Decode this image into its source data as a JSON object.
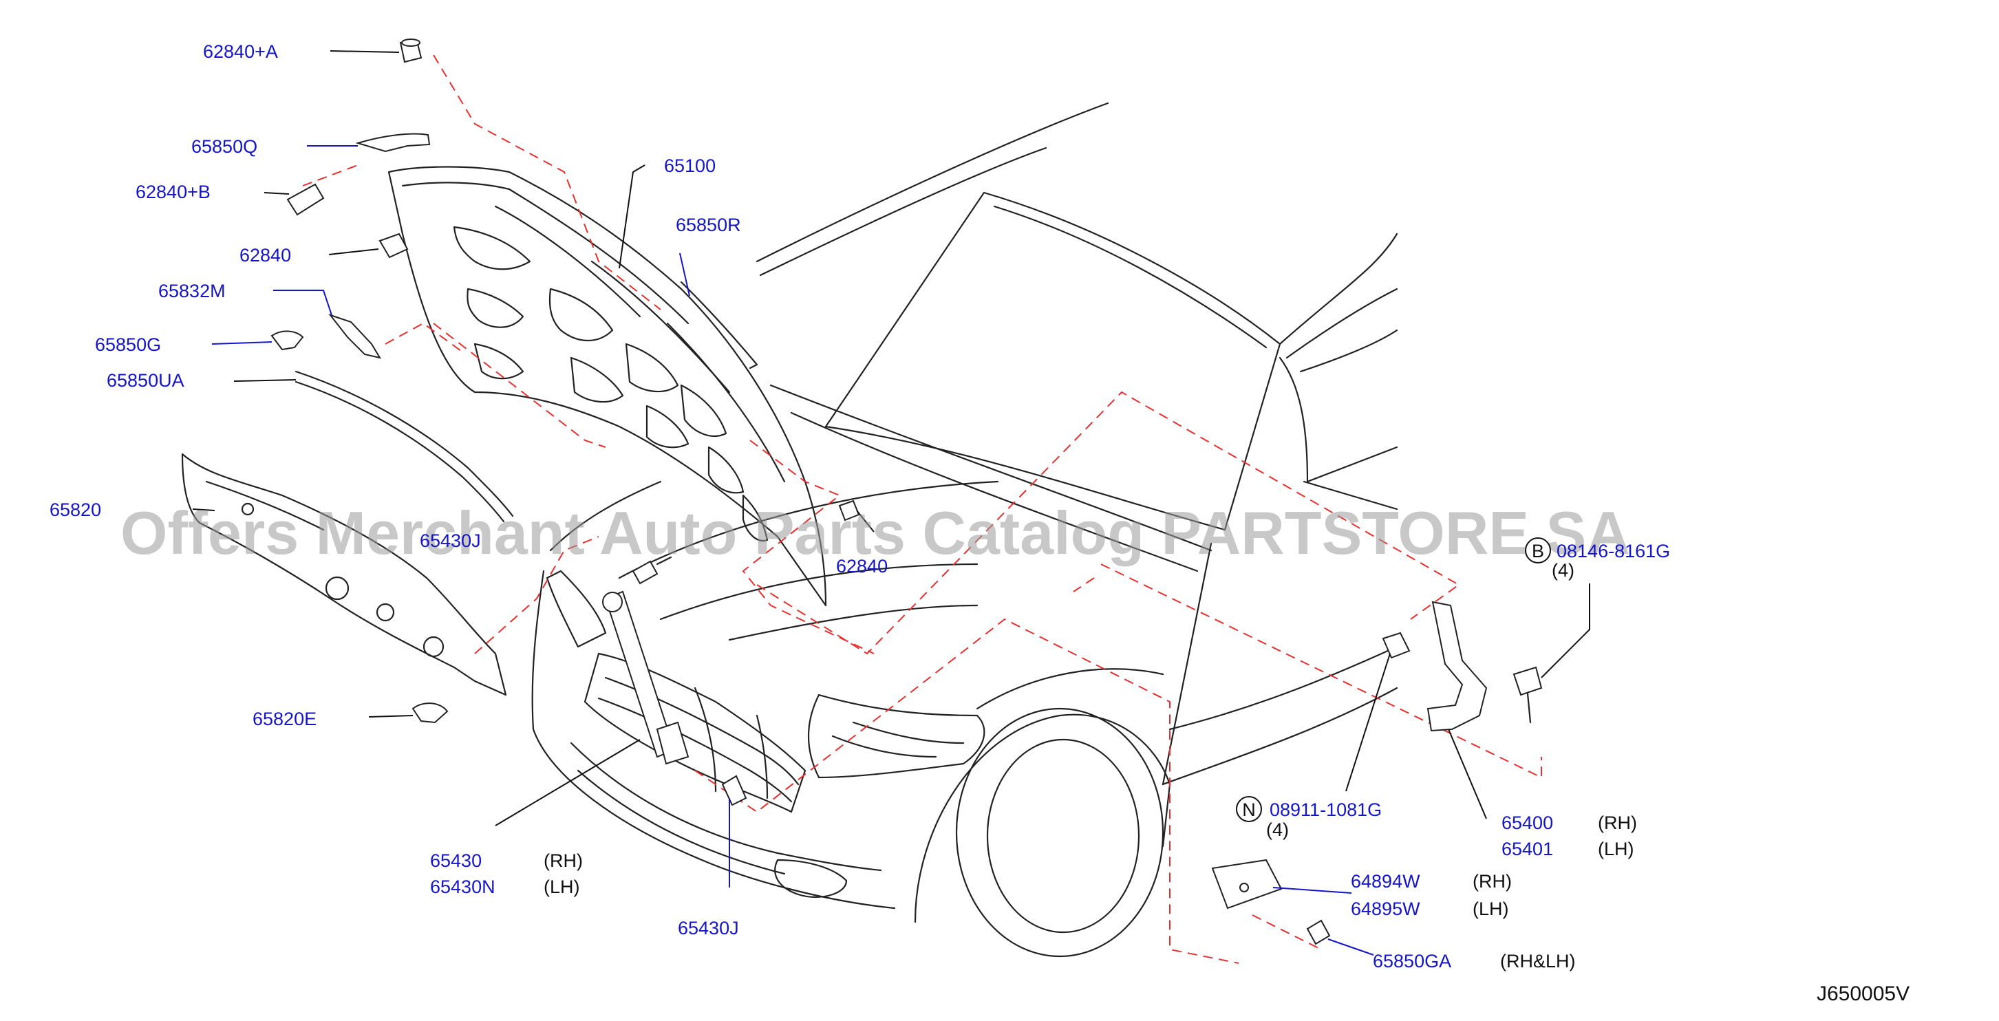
{
  "diagram": {
    "part_labels": {
      "p62840_a": "62840+A",
      "p65850q": "65850Q",
      "p62840_b": "62840+B",
      "p62840_1": "62840",
      "p65832m": "65832M",
      "p65850g": "65850G",
      "p65850ua": "65850UA",
      "p65820": "65820",
      "p65430j_1": "65430J",
      "p65100": "65100",
      "p65850r": "65850R",
      "p62840_2": "62840",
      "p65820e": "65820E",
      "p65430": "65430",
      "p65430n": "65430N",
      "p65430j_2": "65430J",
      "p08146": "08146-8161G",
      "p08911": "08911-1081G",
      "p65400": "65400",
      "p65401": "65401",
      "p64894w": "64894W",
      "p64895w": "64895W",
      "p65850ga": "65850GA"
    },
    "side_labels": {
      "rh_65430": "(RH)",
      "lh_65430n": "(LH)",
      "rh_65400": "(RH)",
      "lh_65401": "(LH)",
      "rh_64894w": "(RH)",
      "lh_64895w": "(LH)",
      "rhlh_65850ga": "(RH&LH)",
      "qty_b": "(4)",
      "qty_n": "(4)"
    },
    "callouts": {
      "b": "B",
      "n": "N"
    },
    "diagram_code": "J650005V",
    "watermark": "Offers Merchant Auto Parts Catalog PARTSTORE.SA"
  }
}
